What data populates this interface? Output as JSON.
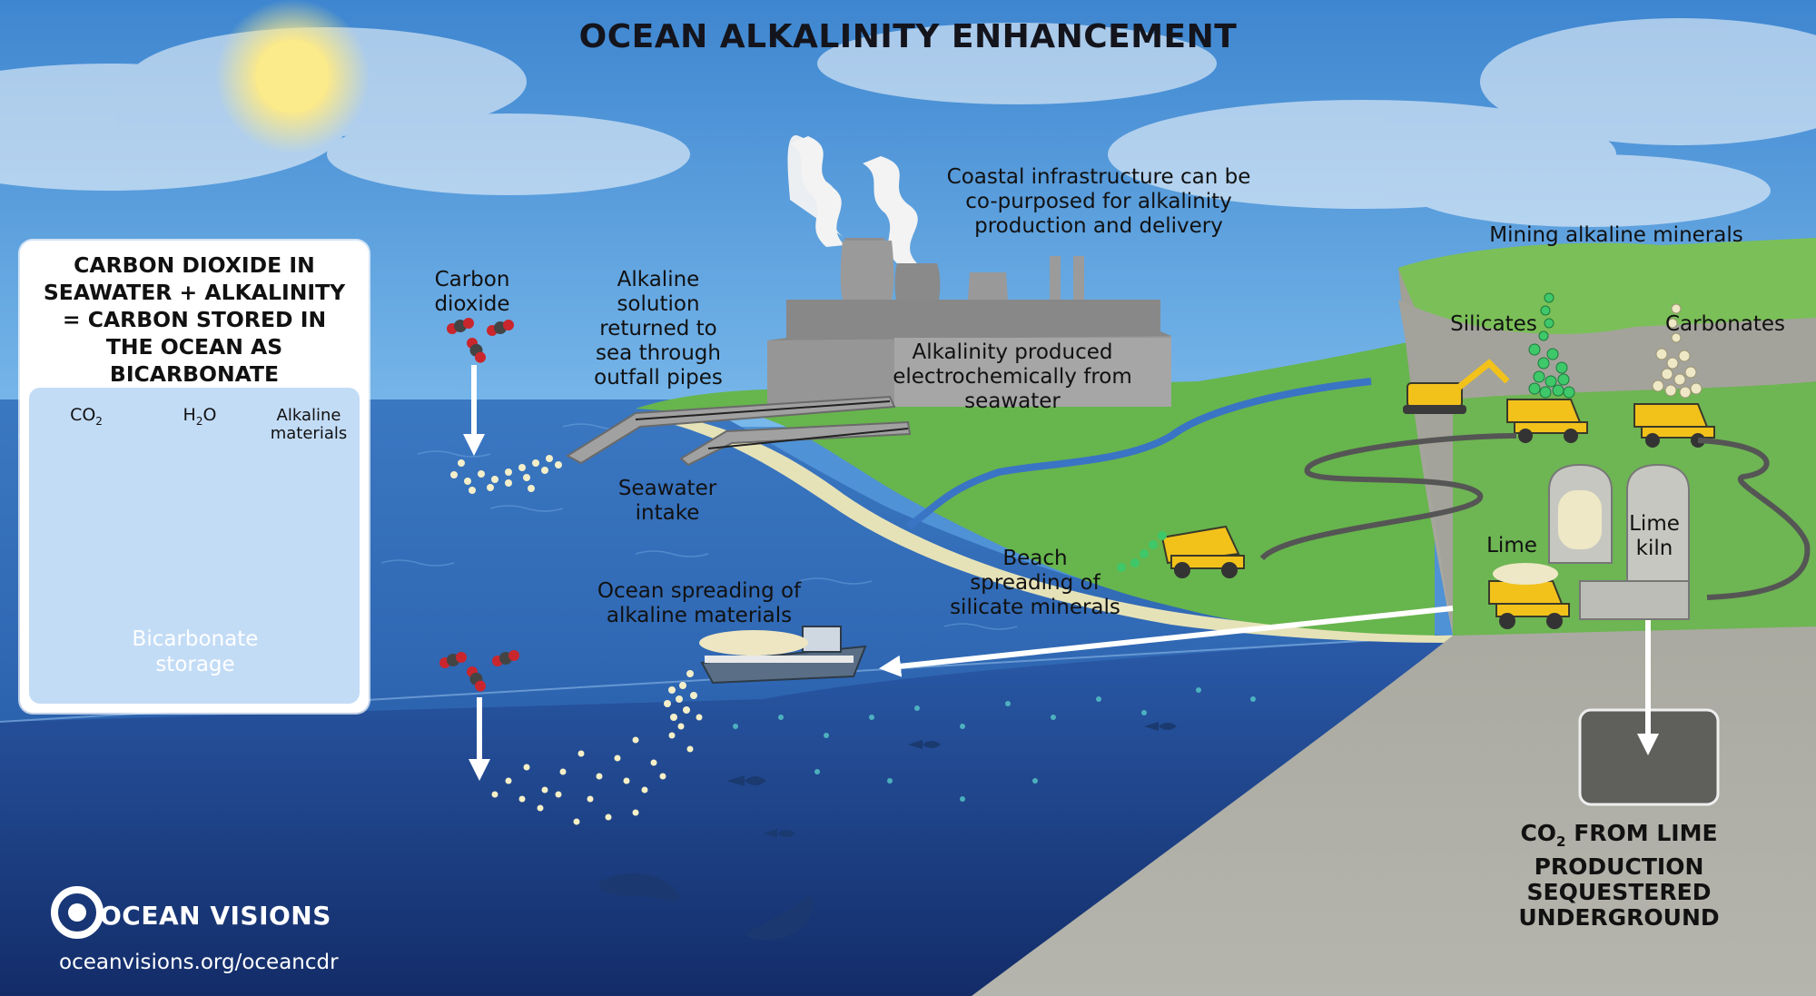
{
  "title": "OCEAN ALKALINITY ENHANCEMENT",
  "infobox": {
    "heading_lines": [
      "CARBON DIOXIDE IN",
      "SEAWATER + ALKALINITY",
      "= CARBON STORED IN",
      "THE OCEAN AS",
      "BICARBONATE"
    ],
    "co2_label": "CO",
    "co2_sub": "2",
    "h2o_label_h": "H",
    "h2o_sub": "2",
    "h2o_label_o": "O",
    "alkaline_lines": [
      "Alkaline",
      "materials"
    ],
    "bicarbonate_lines": [
      "Bicarbonate",
      "storage"
    ]
  },
  "labels": {
    "carbon_dioxide": [
      "Carbon",
      "dioxide"
    ],
    "alkaline_solution": [
      "Alkaline",
      "solution",
      "returned to",
      "sea through",
      "outfall pipes"
    ],
    "coastal_infra": [
      "Coastal infrastructure can be",
      "co-purposed for alkalinity",
      "production and delivery"
    ],
    "alkalinity_produced": [
      "Alkalinity produced",
      "electrochemically from",
      "seawater"
    ],
    "seawater_intake": [
      "Seawater",
      "intake"
    ],
    "mining": "Mining alkaline minerals",
    "silicates": "Silicates",
    "carbonates": "Carbonates",
    "lime": "Lime",
    "lime_kiln": [
      "Lime",
      "kiln"
    ],
    "beach_spreading": [
      "Beach",
      "spreading of",
      "silicate minerals"
    ],
    "ocean_spreading": [
      "Ocean spreading of",
      "alkaline materials"
    ],
    "sequestered": [
      "CO",
      "2",
      " FROM LIME",
      "PRODUCTION",
      "SEQUESTERED",
      "UNDERGROUND"
    ]
  },
  "brand": {
    "name": "OCEAN VISIONS",
    "url": "oceanvisions.org/oceancdr"
  },
  "colors": {
    "sky_top": "#3f8bd6",
    "sky_bottom": "#6fb3ea",
    "ocean_surface": "#3d7fc9",
    "ocean_deep": "#13306e",
    "land_green": "#67b54d",
    "cliff_gray": "#a9a9a0",
    "truck_yellow": "#f2c21b",
    "silicate_green": "#3ec86a",
    "co2_red": "#c9262d"
  },
  "icons": [
    "sun-icon",
    "factory-icon",
    "smoke-icon",
    "excavator-icon",
    "dump-truck-icon",
    "lime-kiln-icon",
    "boat-icon",
    "seal-icon",
    "fish-icon",
    "co2-molecule-icon",
    "water-molecule-icon",
    "bicarbonate-molecule-icon",
    "ocean-visions-logo"
  ]
}
